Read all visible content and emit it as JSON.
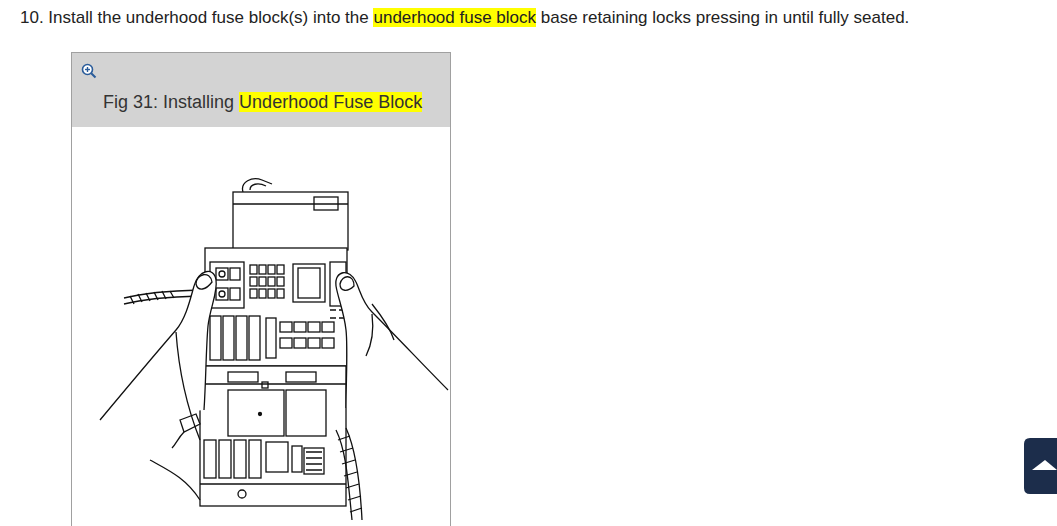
{
  "diagram": {
    "nodes": [
      {
        "text": [
          "Fig 31: Installing",
          "Underhood Fuse Block"
        ]
      }
    ],
    "labels": [
      "10. Install the underhood fuse block(s) into the",
      "underhood fuse block",
      "base retaining locks pressing in until fully seated."
    ]
  }
}
